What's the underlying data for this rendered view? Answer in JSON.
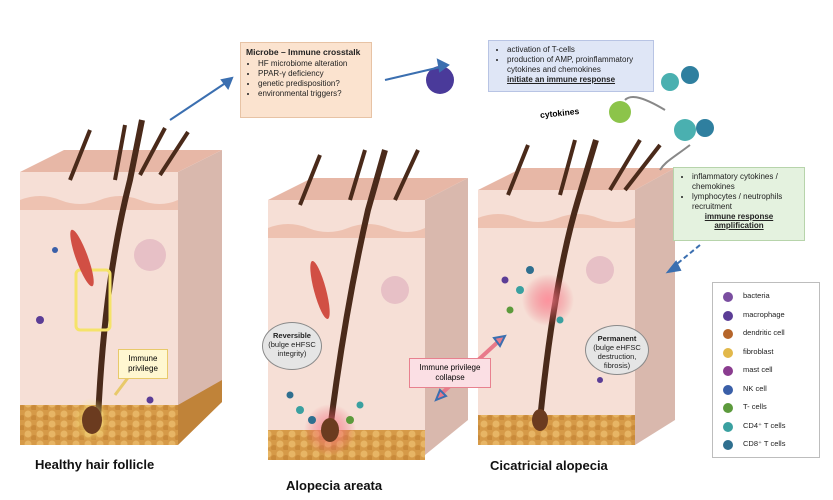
{
  "crosstalk": {
    "title": "Microbe – Immune crosstalk",
    "items": [
      "HF microbiome alteration",
      "PPAR-γ deficiency",
      "genetic predisposition?",
      "environmental triggers?"
    ]
  },
  "tcell_box": {
    "items": [
      "activation of T-cells",
      "production of AMP, proinflammatory cytokines and chemokines"
    ],
    "emphasis": "initiate an immune response"
  },
  "cytokines_label": "cytokines",
  "amplification_box": {
    "items": [
      "inflammatory cytokines / chemokines",
      "lymphocytes / neutrophils recruitment"
    ],
    "emphasis": "immune response amplification"
  },
  "immune_privilege": "Immune privilege",
  "reversible": {
    "title": "Reversible",
    "text": "(bulge eHFSC integrity)"
  },
  "permanent": {
    "title": "Permanent",
    "text": "(bulge eHFSC destruction, fibrosis)"
  },
  "collapse": "Immune privilege collapse",
  "captions": {
    "healthy": "Healthy hair follicle",
    "alopecia": "Alopecia areata",
    "cicatricial": "Cicatricial alopecia"
  },
  "legend": [
    {
      "label": "bacteria",
      "icon": "bacteria-icon",
      "color": "#7a4ea0"
    },
    {
      "label": "macrophage",
      "icon": "macrophage-icon",
      "color": "#5b3d96"
    },
    {
      "label": "dendritic cell",
      "icon": "dendritic-cell-icon",
      "color": "#b5652a"
    },
    {
      "label": "fibroblast",
      "icon": "fibroblast-icon",
      "color": "#e2b84a"
    },
    {
      "label": "mast cell",
      "icon": "mast-cell-icon",
      "color": "#8a3c8f"
    },
    {
      "label": "NK cell",
      "icon": "nk-cell-icon",
      "color": "#3a5fa8"
    },
    {
      "label": "T- cells",
      "icon": "t-cell-icon",
      "color": "#5c9a3c"
    },
    {
      "label": "CD4⁺ T cells",
      "icon": "cd4-t-cell-icon",
      "color": "#3aa0a0"
    },
    {
      "label": "CD8⁺ T cells",
      "icon": "cd8-t-cell-icon",
      "color": "#2f6f8f"
    }
  ],
  "colors": {
    "skin": "#f5dcd2",
    "skin_side": "#e9c8bd",
    "epidermis": "#e8b3a3",
    "fat": "#d99a4a",
    "hair": "#4a2a1a",
    "arrow": "#3b6fb0",
    "inflammation": "#e84a5f",
    "privilege": "#f5e36a"
  }
}
